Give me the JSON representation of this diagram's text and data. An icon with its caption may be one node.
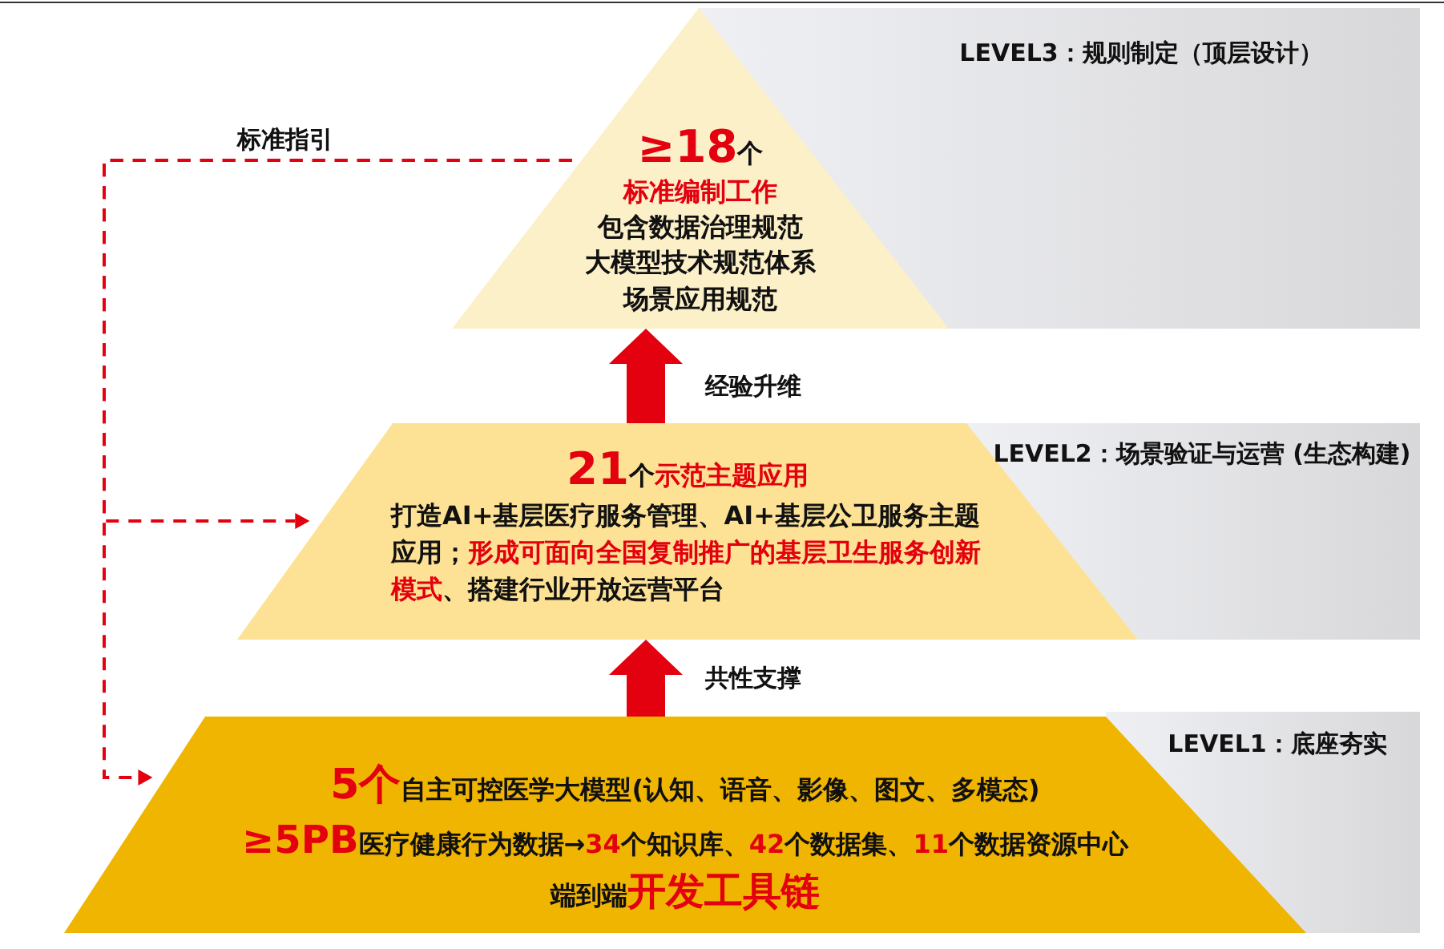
{
  "diagram": {
    "nodes": [
      {
        "text": [
          "LEVEL3：规则制定（顶层设计）"
        ]
      },
      {
        "text": [
          "**≥18**个",
          "标准编制工作",
          "包含数据治理规范",
          "大模型技术规范体系",
          "场景应用规范"
        ],
        "in": 0
      },
      {
        "text": [
          "LEVEL2：场景验证与运营 (生态构建)"
        ]
      },
      {
        "text": [
          "**21**个**示范主题应用**",
          "打造AI+基层医疗服务管理、AI+基层公卫服务主题应用；**形成可面向全国复制推广的基层卫生服务创新模式**、搭建行业开放运营平台"
        ],
        "in": 2
      },
      {
        "text": [
          "LEVEL1：底座夯实"
        ]
      },
      {
        "text": [
          "**5个**自主可控医学大模型(认知、语音、影像、图文、多模态)",
          "**≥5PB**医疗健康行为数据→**34**个知识库、**42**个数据集、**11**个数据资源中心",
          "端到端**开发工具链**"
        ],
        "in": 4
      }
    ],
    "edges": [
      {
        "from": 5,
        "to": 3,
        "arrow": "to",
        "label": "共性支撑",
        "style": "thick"
      },
      {
        "from": 3,
        "to": 1,
        "arrow": "to",
        "label": "经验升维",
        "style": "thick"
      },
      {
        "from": 1,
        "to": 3,
        "arrow": "to",
        "label": "标准指引",
        "style": "dashed"
      },
      {
        "from": 1,
        "to": 5,
        "arrow": "to",
        "style": "dashed"
      }
    ]
  }
}
